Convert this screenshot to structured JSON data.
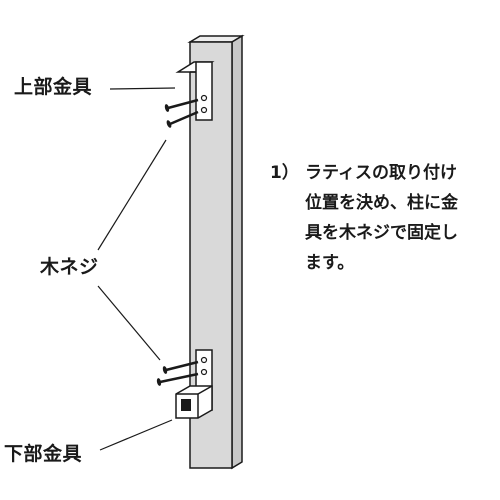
{
  "labels": {
    "top_bracket": "上部金具",
    "wood_screw": "木ネジ",
    "bottom_bracket": "下部金具"
  },
  "instruction": {
    "number": "1）",
    "text": "ラティスの取り付け\n位置を決め、柱に金\n具を木ネジで固定し\nます。"
  },
  "colors": {
    "post_fill": "#d9d9d9",
    "post_top": "#eeeeee",
    "outline": "#1a1a1a",
    "bracket_fill": "#ffffff"
  }
}
